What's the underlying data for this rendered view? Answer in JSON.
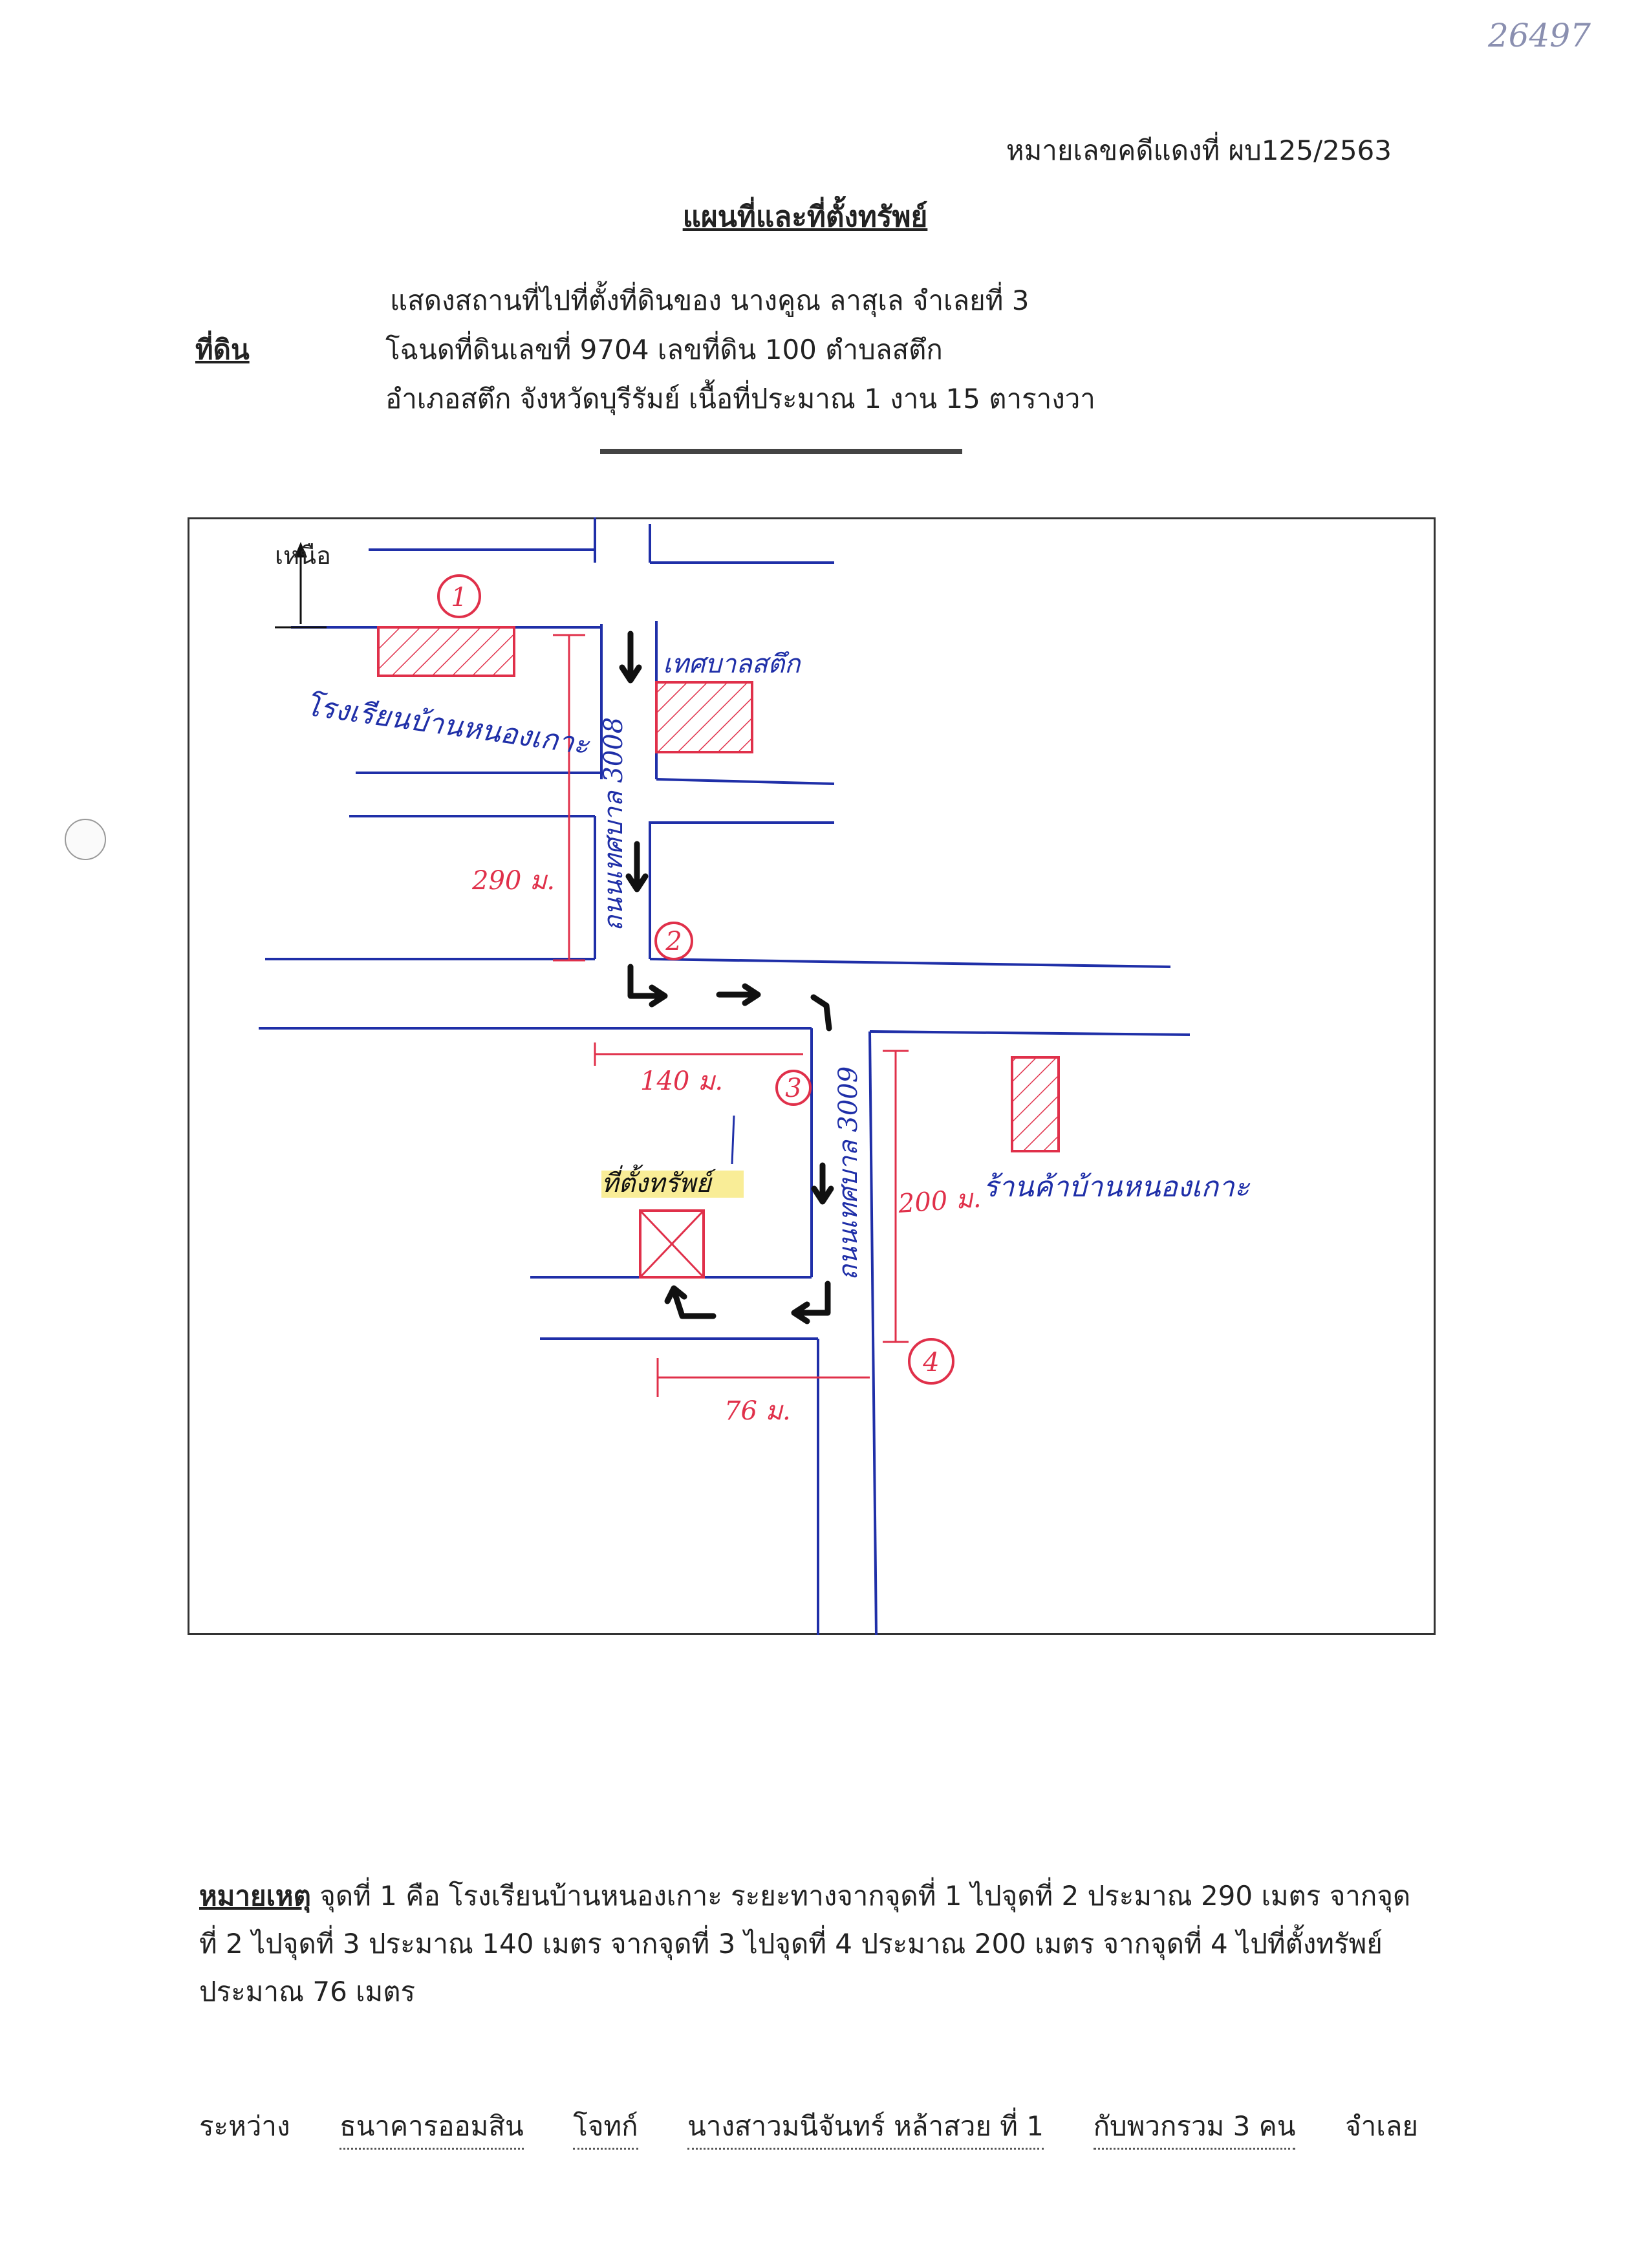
{
  "corner_note": "26497",
  "case_number": "หมายเลขคดีแดงที่ ผบ125/2563",
  "title": "แผนที่และที่ตั้งทรัพย์",
  "land_label": "ที่ดิน",
  "info_lines": [
    "แสดงสถานที่ไปที่ตั้งที่ดินของ นางคูณ ลาสุเล  จำเลยที่ 3",
    "โฉนดที่ดินเลขที่ 9704 เลขที่ดิน 100 ตำบลสตึก",
    "อำเภอสตึก จังหวัดบุรีรัมย์ เนื้อที่ประมาณ 1 งาน 15 ตารางวา"
  ],
  "map": {
    "north_label": "เหนือ",
    "points": [
      "1",
      "2",
      "3",
      "4"
    ],
    "labels": {
      "school": "โรงเรียนบ้านหนองเกาะ",
      "municipality": "เทศบาลสตึก",
      "road_a": "ถนนเทศบาล 3008",
      "road_b": "ถนนเทศบาล 3009",
      "shop": "ร้านค้าบ้านหนองเกาะ",
      "property": "ที่ตั้งทรัพย์"
    },
    "distances": {
      "d1": "290 ม.",
      "d2": "140 ม.",
      "d3": "200 ม.",
      "d4": "76 ม."
    }
  },
  "remark": {
    "label": "หมายเหตุ",
    "text": "จุดที่ 1 คือ โรงเรียนบ้านหนองเกาะ ระยะทางจากจุดที่ 1 ไปจุดที่ 2 ประมาณ 290 เมตร จากจุดที่ 2 ไปจุดที่ 3 ประมาณ 140 เมตร จากจุดที่ 3 ไปจุดที่ 4 ประมาณ 200 เมตร จากจุดที่ 4 ไปที่ตั้งทรัพย์ประมาณ 76 เมตร"
  },
  "parties": [
    "ระหว่าง",
    "ธนาคารออมสิน",
    "โจทก์",
    "นางสาวมนีจันทร์ หล้าสวย  ที่ 1",
    "กับพวกรวม  3  คน",
    "จำเลย"
  ],
  "colors": {
    "blue": "#1f2fa8",
    "red": "#e0304a",
    "hatch": "#e0304a",
    "ink": "#111111"
  }
}
